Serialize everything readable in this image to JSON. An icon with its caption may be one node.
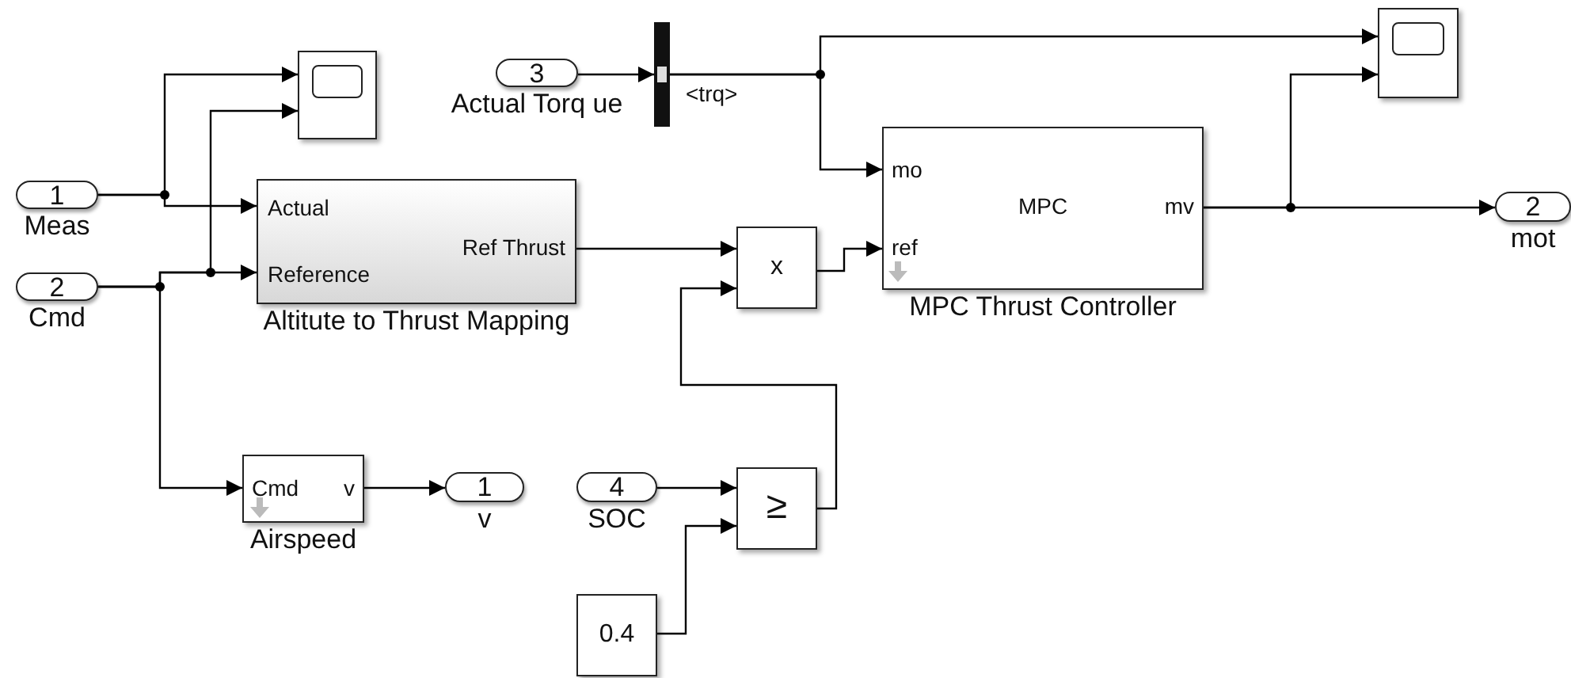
{
  "diagram": {
    "nodes": [
      {
        "text": [
          "1"
        ],
        "beside": [
          "Meas"
        ]
      },
      {
        "text": [
          "2"
        ],
        "beside": [
          "Cmd"
        ]
      },
      {
        "text": [],
        "shape": "box"
      },
      {
        "text": [
          "Actual",
          "Reference",
          "Ref Thrust"
        ],
        "beside": [
          "Altitute to Thrust Mapping"
        ]
      },
      {
        "text": [
          "3"
        ],
        "beside": [
          "Actual Torq ue"
        ]
      },
      {
        "text": [],
        "shape": "bar"
      },
      {
        "text": [],
        "shape": "box"
      },
      {
        "text": [
          "mo",
          "MPC",
          "ref",
          "mv"
        ],
        "beside": [
          "MPC Thrust Controller"
        ]
      },
      {
        "text": [
          "2"
        ],
        "beside": [
          "mot"
        ]
      },
      {
        "text": [
          "x"
        ]
      },
      {
        "text": [
          "Cmd",
          "v"
        ],
        "beside": [
          "Airspeed"
        ]
      },
      {
        "text": [
          "1"
        ],
        "beside": [
          "v"
        ]
      },
      {
        "text": [
          "4"
        ],
        "beside": [
          "SOC"
        ]
      },
      {
        "text": [
          "≥"
        ]
      },
      {
        "text": [
          "0.4"
        ]
      }
    ],
    "edges": [
      {
        "from": 0,
        "to": 2,
        "arrow": "to"
      },
      {
        "from": 0,
        "to": 3,
        "arrow": "to"
      },
      {
        "from": 1,
        "to": 3,
        "arrow": "to"
      },
      {
        "from": 1,
        "to": 2,
        "arrow": "to"
      },
      {
        "from": 1,
        "to": 10,
        "arrow": "to"
      },
      {
        "from": 4,
        "to": 5,
        "arrow": "to"
      },
      {
        "from": 5,
        "to": 6,
        "arrow": "to",
        "label": "<trq>"
      },
      {
        "from": 5,
        "to": 7,
        "arrow": "to"
      },
      {
        "from": 3,
        "to": 9,
        "arrow": "to"
      },
      {
        "from": 9,
        "to": 7,
        "arrow": "to"
      },
      {
        "from": 7,
        "to": 8,
        "arrow": "to"
      },
      {
        "from": 7,
        "to": 6,
        "arrow": "to"
      },
      {
        "from": 10,
        "to": 11,
        "arrow": "to"
      },
      {
        "from": 12,
        "to": 13,
        "arrow": "to"
      },
      {
        "from": 14,
        "to": 13,
        "arrow": "to"
      },
      {
        "from": 13,
        "to": 9,
        "arrow": "to"
      }
    ]
  }
}
